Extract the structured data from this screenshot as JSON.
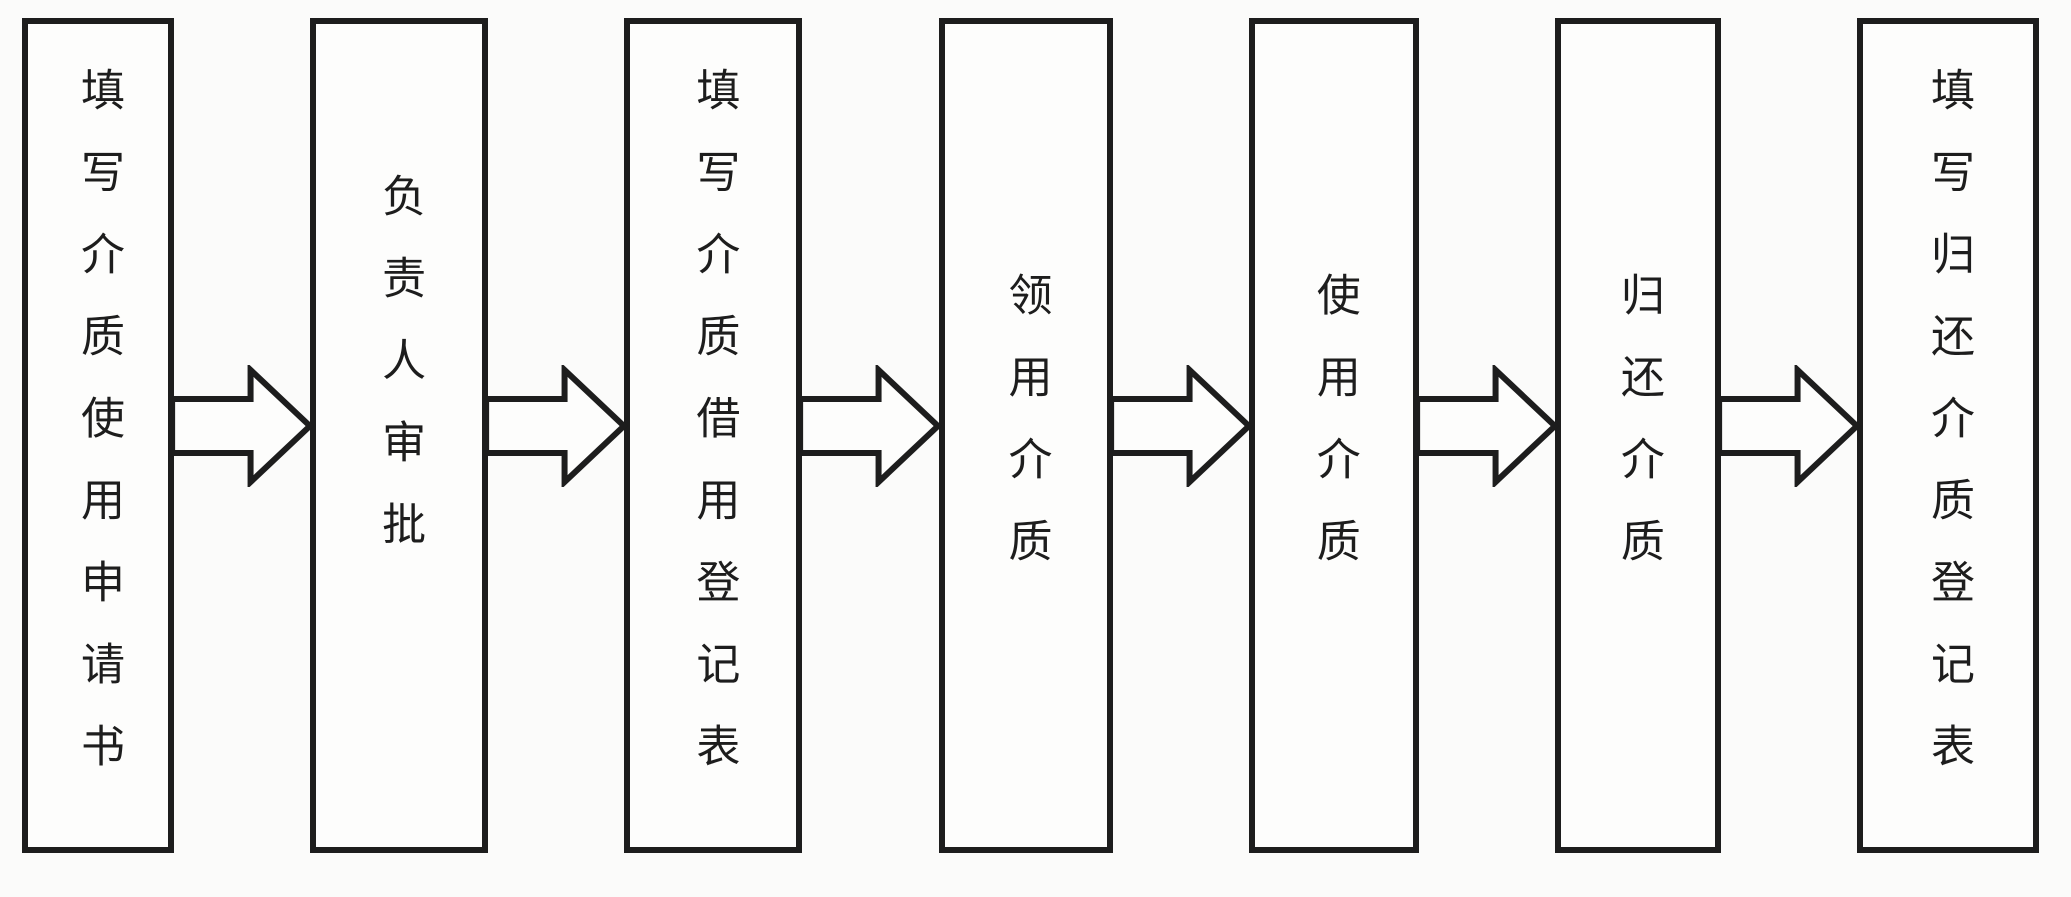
{
  "diagram": {
    "kind": "flowchart",
    "direction": "left-to-right",
    "steps": [
      {
        "label": "填写介质使用申请书"
      },
      {
        "label": "负责人审批"
      },
      {
        "label": "填写介质借用登记表"
      },
      {
        "label": "领用介质"
      },
      {
        "label": "使用介质"
      },
      {
        "label": "归还介质"
      },
      {
        "label": "填写归还介质登记表"
      }
    ],
    "connector": "block-arrow-right",
    "colors": {
      "line": "#1d1d1d",
      "background": "#fbfbfa",
      "box_fill": "#fdfdfc"
    }
  }
}
